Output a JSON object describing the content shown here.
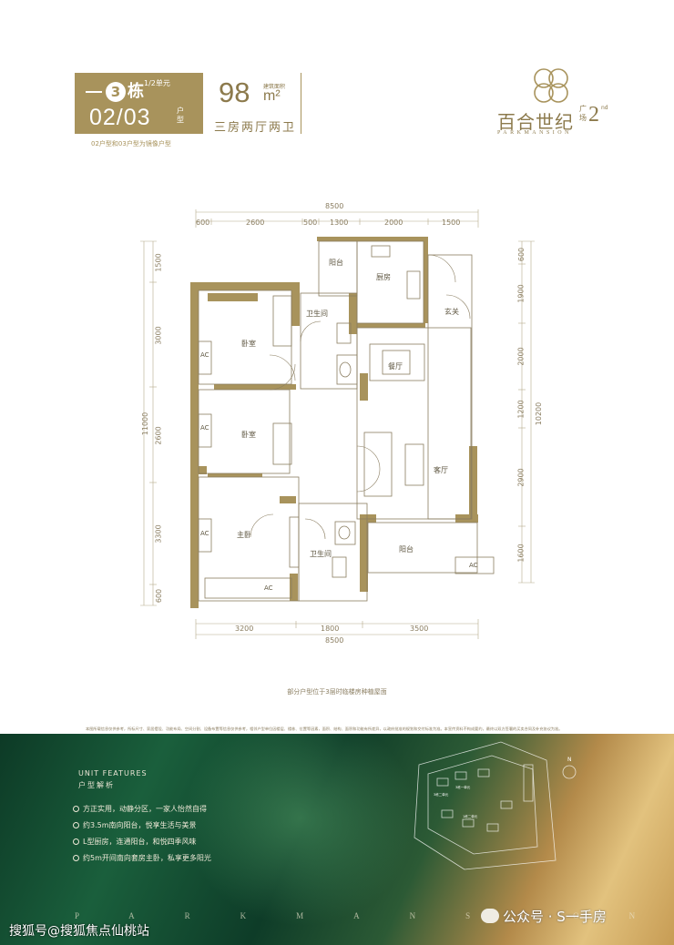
{
  "header": {
    "building_num": "3",
    "building_char": "栋",
    "building_units": "1/2单元",
    "unit_code": "02/03",
    "unit_suffix": "户型",
    "unit_note": "02户型和03户型为镜像户型",
    "area_value": "98",
    "area_tag": "建筑面积",
    "area_unit": "m²",
    "layout_text": "三房两厅两卫"
  },
  "logo": {
    "name_cn": "百合世纪",
    "suffix_cn": "广场",
    "suffix_num": "2",
    "suffix_sup": "nd",
    "name_en": "PARKMANSION"
  },
  "plan": {
    "top_total": "8500",
    "top_segments": [
      "600",
      "2600",
      "500",
      "1300",
      "2000",
      "1500"
    ],
    "bottom_segments": [
      "3200",
      "1800",
      "3500"
    ],
    "bottom_total": "8500",
    "left_total": "11000",
    "left_segments": [
      "1500",
      "3000",
      "2600",
      "3300",
      "600"
    ],
    "right_segments": [
      "600",
      "1900",
      "2000",
      "1200",
      "2900",
      "1600"
    ],
    "right_total": "10200",
    "rooms": {
      "balcony_top": "阳台",
      "kitchen": "厨房",
      "entrance": "玄关",
      "bath_top": "卫生间",
      "bedroom_1": "卧室",
      "dining": "餐厅",
      "bedroom_2": "卧室",
      "living": "客厅",
      "master": "主卧",
      "bath_bottom": "卫生间",
      "balcony_bottom": "阳台"
    },
    "ac_label": "AC"
  },
  "plan_note": "部分户型位于3层时临楼房种植屋面",
  "disclaimer": "本图所载信息仅供参考，所标尺寸、家居摆设、功能布局、空间分割、设备布置等信息仅供参考，相邻户型单位因楼层、楼栋、位置等因素，面积、结构、面积和功能有所差异，以政府批准的规划和交付标准为准。本宣传资料不构成要约，最终以双方签署的买卖合同及补充协议为准。",
  "features": {
    "title_en": "UNIT FEATURES",
    "title_cn": "户型解析",
    "items": [
      "方正实用，动静分区，一家人怡然自得",
      "约3.5m南向阳台，悦享生活与美景",
      "L型厨房，连通阳台，和悦四季风味",
      "约5m开间南向套房主卧，私享更多阳光"
    ]
  },
  "band_en": "PARKMANSION",
  "sitemap": {
    "north": "N",
    "labels": [
      "3栋二单元",
      "3栋一单元",
      "1栋二单元"
    ]
  },
  "watermark_left": "搜狐号@搜狐焦点仙桃站",
  "watermark_right": "公众号 · S一手房"
}
